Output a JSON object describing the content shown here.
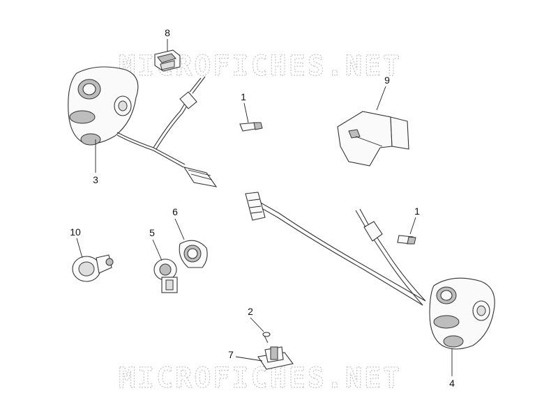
{
  "watermark": {
    "text": "MICROFICHES.NET"
  },
  "callouts": {
    "c1a": "1",
    "c1b": "1",
    "c2": "2",
    "c3": "3",
    "c4": "4",
    "c5": "5",
    "c6": "6",
    "c7": "7",
    "c8": "8",
    "c9": "9",
    "c10": "10"
  },
  "colors": {
    "line": "#333333",
    "watermark": "#c4c4c4",
    "shade": "#bdbdbd"
  }
}
